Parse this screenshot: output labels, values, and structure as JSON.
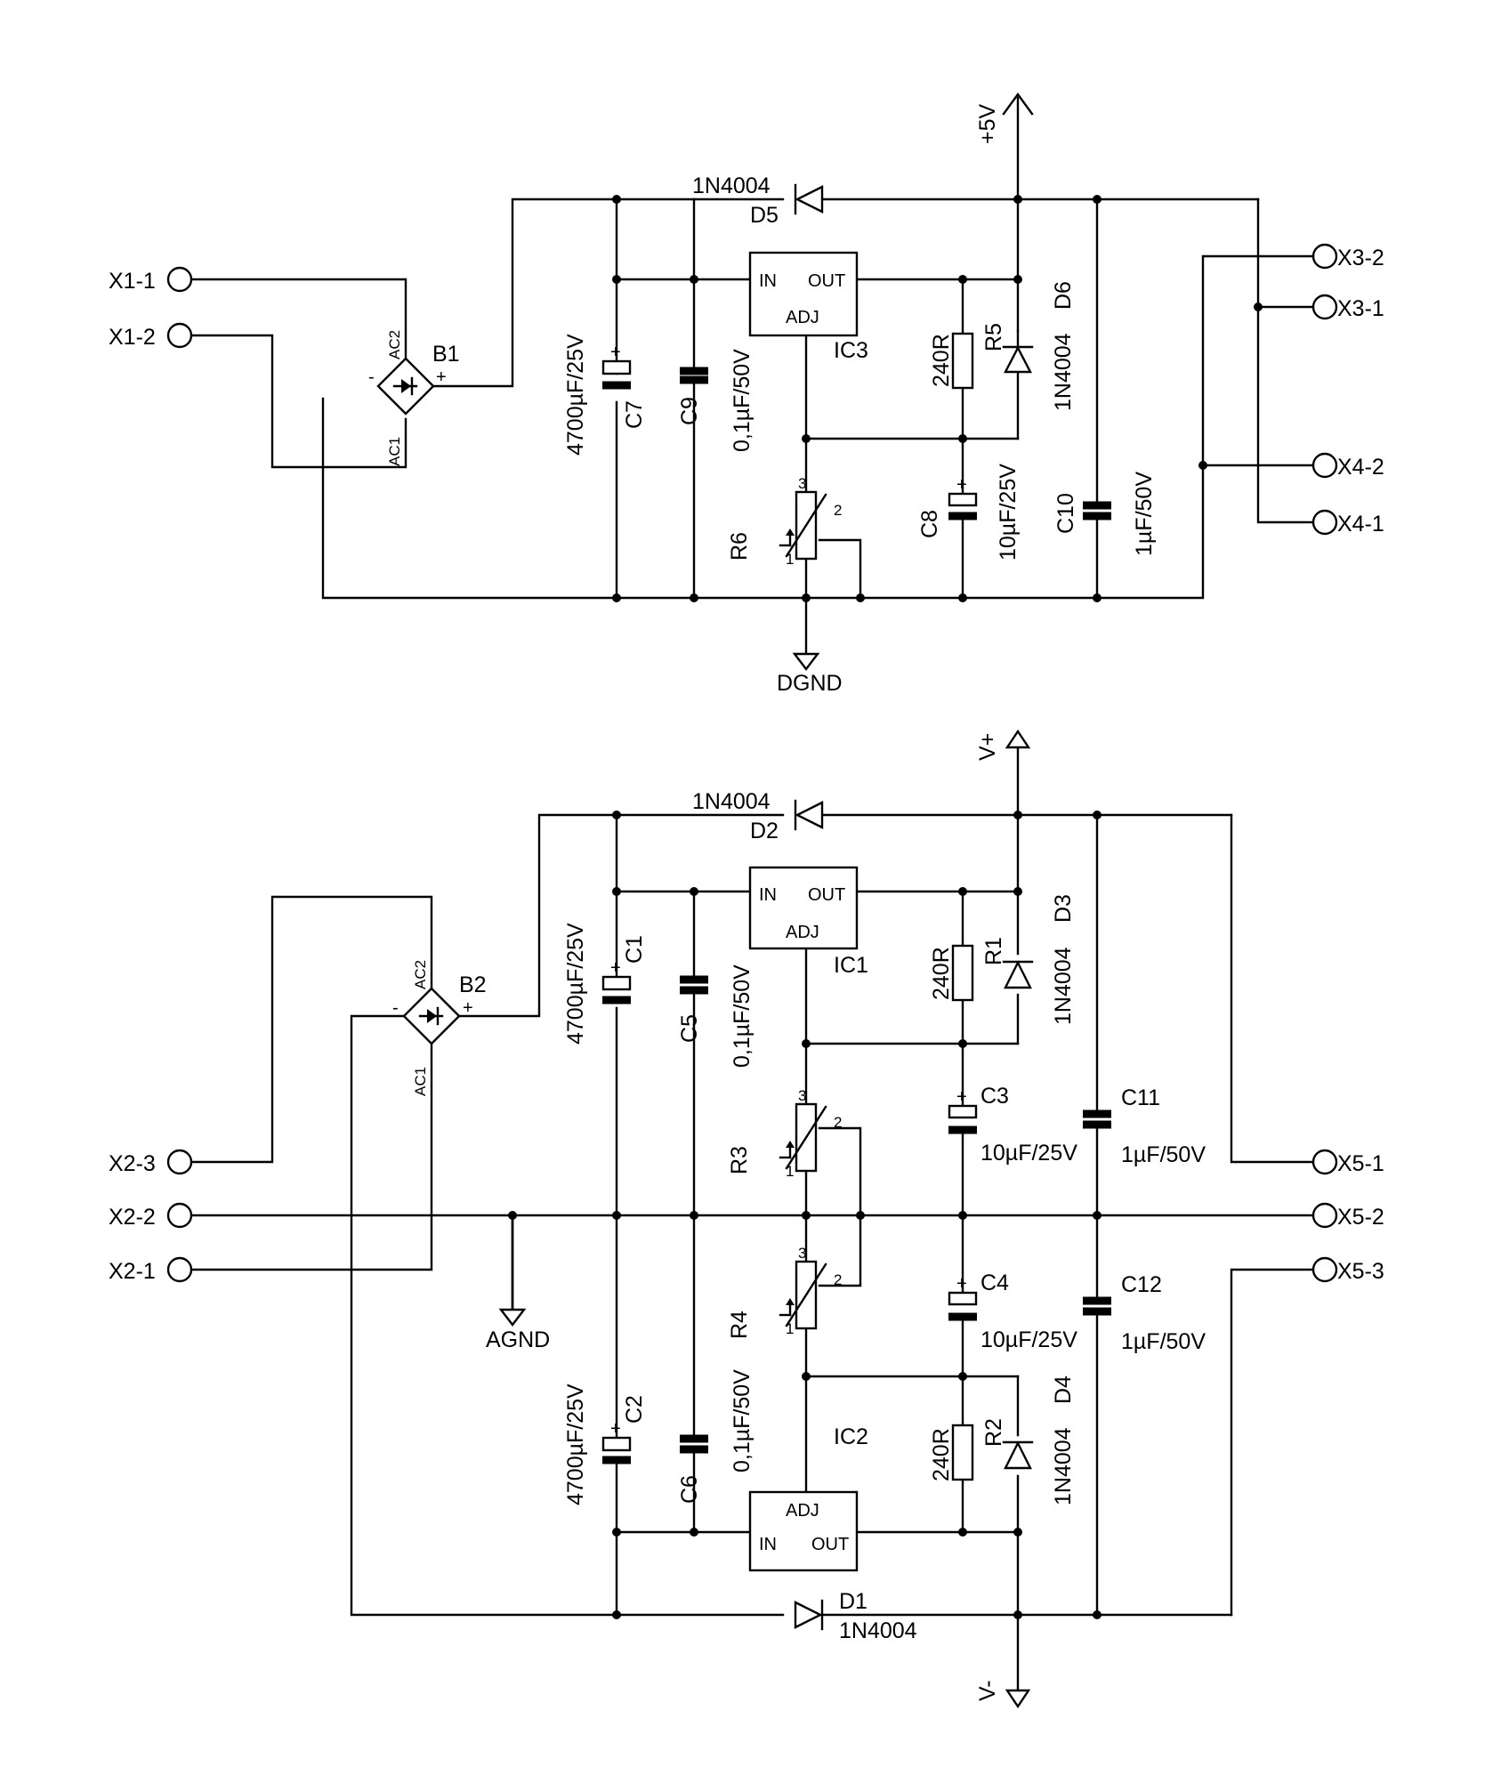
{
  "rails": {
    "plus5": "+5V",
    "dgnd": "DGND",
    "vplus": "V+",
    "vminus": "V-",
    "agnd": "AGND"
  },
  "connectors": {
    "x1_1": "X1-1",
    "x1_2": "X1-2",
    "x2_1": "X2-1",
    "x2_2": "X2-2",
    "x2_3": "X2-3",
    "x3_1": "X3-1",
    "x3_2": "X3-2",
    "x4_1": "X4-1",
    "x4_2": "X4-2",
    "x5_1": "X5-1",
    "x5_2": "X5-2",
    "x5_3": "X5-3"
  },
  "bridge": {
    "b1": "B1",
    "b2": "B2",
    "ac1": "AC1",
    "ac2": "AC2",
    "plus": "+",
    "minus": "-"
  },
  "ic": {
    "ic1": "IC1",
    "ic2": "IC2",
    "ic3": "IC3",
    "in": "IN",
    "out": "OUT",
    "adj": "ADJ"
  },
  "diodes": {
    "d1": "D1",
    "d2": "D2",
    "d3": "D3",
    "d4": "D4",
    "d5": "D5",
    "d6": "D6",
    "value": "1N4004"
  },
  "resistors": {
    "r1": "R1",
    "r2": "R2",
    "r3": "R3",
    "r4": "R4",
    "r5": "R5",
    "r6": "R6",
    "value": "240R"
  },
  "capacitors": {
    "c1": "C1",
    "c2": "C2",
    "c3": "C3",
    "c4": "C4",
    "c5": "C5",
    "c6": "C6",
    "c7": "C7",
    "c8": "C8",
    "c9": "C9",
    "c10": "C10",
    "c11": "C11",
    "c12": "C12",
    "v4700": "4700µF/25V",
    "v01": "0,1µF/50V",
    "v10": "10µF/25V",
    "v1": "1µF/50V"
  },
  "pot_pins": {
    "p1": "1",
    "p2": "2",
    "p3": "3"
  }
}
